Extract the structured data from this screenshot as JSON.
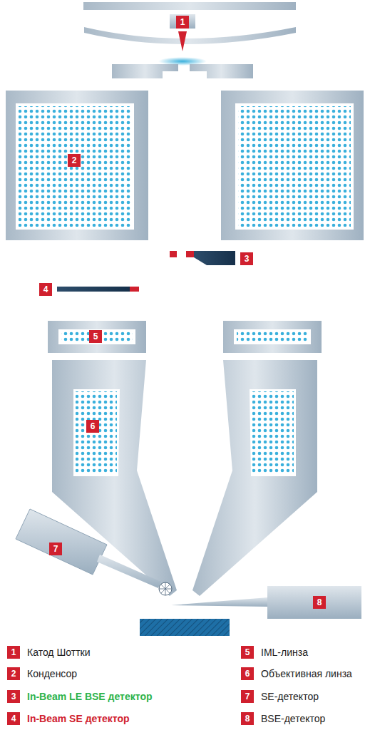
{
  "diagram": {
    "nodes": [
      {
        "text": [
          "1"
        ]
      },
      {
        "text": [
          "2"
        ]
      },
      {
        "text": [
          "3"
        ]
      },
      {
        "text": [
          "4"
        ]
      },
      {
        "text": [
          "5"
        ]
      },
      {
        "text": [
          "6"
        ]
      },
      {
        "text": [
          "7"
        ]
      },
      {
        "text": [
          "8"
        ]
      },
      {
        "text": [
          "1"
        ]
      },
      {
        "text": [
          "2"
        ]
      },
      {
        "text": [
          "3"
        ]
      },
      {
        "text": [
          "4"
        ]
      },
      {
        "text": [
          "5"
        ]
      },
      {
        "text": [
          "6"
        ]
      },
      {
        "text": [
          "7"
        ]
      },
      {
        "text": [
          "8"
        ]
      }
    ],
    "legend": [
      {
        "text": "Катод Шоттки"
      },
      {
        "text": "Конденсор"
      },
      {
        "text": "In-Beam LE BSE детектор"
      },
      {
        "text": "In-Beam SE детектор"
      },
      {
        "text": "IML-линза"
      },
      {
        "text": "Объективная линза"
      },
      {
        "text": "SE-детектор"
      },
      {
        "text": "BSE-детектор"
      }
    ]
  }
}
